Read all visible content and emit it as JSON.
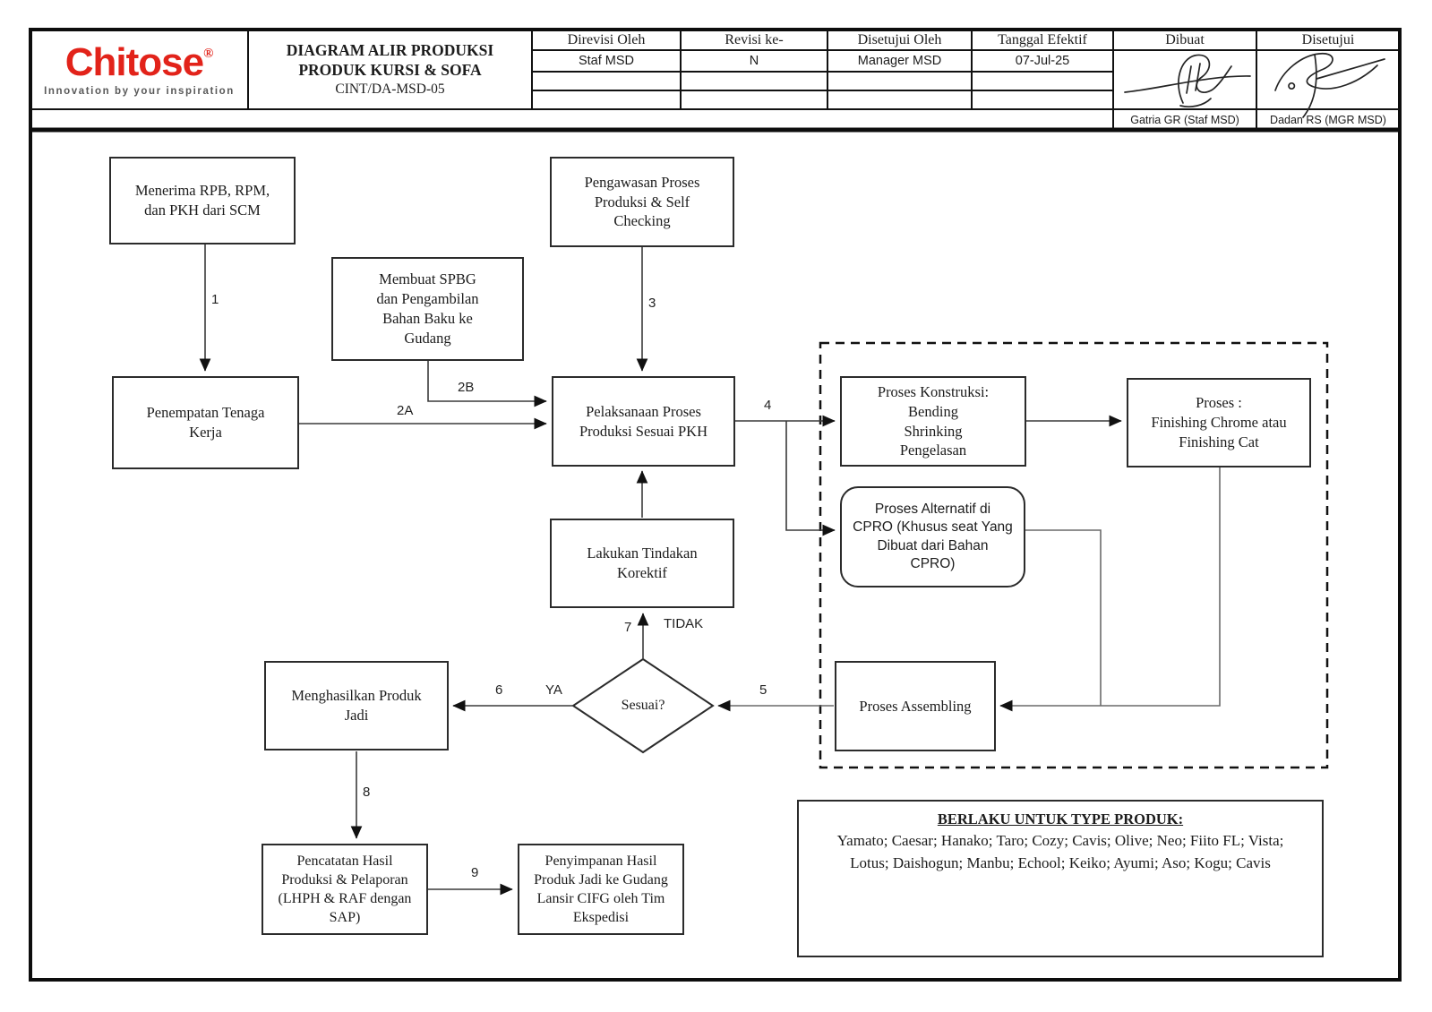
{
  "logo": {
    "brand": "Chitose",
    "registered": "®",
    "tagline": "Innovation by your inspiration",
    "brand_color": "#e2231a"
  },
  "title_block": {
    "line1": "DIAGRAM ALIR PRODUKSI",
    "line2": "PRODUK KURSI & SOFA",
    "code": "CINT/DA-MSD-05"
  },
  "revision_table": {
    "direvisi_header": "Direvisi Oleh",
    "direvisi_value": "Staf MSD",
    "revisi_header": "Revisi ke-",
    "revisi_value": "N",
    "disetujui_header": "Disetujui Oleh",
    "disetujui_value": "Manager MSD",
    "tanggal_header": "Tanggal Efektif",
    "tanggal_value": "07-Jul-25"
  },
  "approval": {
    "dibuat_header": "Dibuat",
    "dibuat_name": "Gatria GR (Staf MSD)",
    "disetujui_header": "Disetujui",
    "disetujui_name": "Dadan RS (MGR MSD)"
  },
  "nodes": {
    "menerima": "Menerima RPB, RPM,\ndan PKH dari SCM",
    "membuat_spbg": "Membuat SPBG\ndan Pengambilan\nBahan Baku ke\nGudang",
    "penempatan": "Penempatan Tenaga\nKerja",
    "pengawasan": "Pengawasan Proses\nProduksi & Self\nChecking",
    "pelaksanaan": "Pelaksanaan Proses\nProduksi Sesuai PKH",
    "lakukan": "Lakukan Tindakan\nKorektif",
    "sesuai": "Sesuai?",
    "menghasilkan": "Menghasilkan Produk\nJadi",
    "pencatatan": "Pencatatan Hasil\nProduksi & Pelaporan\n(LHPH & RAF dengan\nSAP)",
    "penyimpanan": "Penyimpanan Hasil\nProduk Jadi ke Gudang\nLansir CIFG oleh Tim\nEkspedisi",
    "proses_konstruksi": "Proses Konstruksi:\nBending\nShrinking\nPengelasan",
    "proses_finishing": "Proses :\nFinishing Chrome atau\nFinishing Cat",
    "proses_alternatif": "Proses Alternatif di\nCPRO (Khusus seat Yang\nDibuat dari Bahan\nCPRO)",
    "proses_assembling": "Proses Assembling"
  },
  "edge_labels": {
    "e1": "1",
    "e2a": "2A",
    "e2b": "2B",
    "e3": "3",
    "e4": "4",
    "e5": "5",
    "e6": "6",
    "e7": "7",
    "e8": "8",
    "e9": "9",
    "ya": "YA",
    "tidak": "TIDAK"
  },
  "berlaku": {
    "title": "BERLAKU UNTUK TYPE PRODUK:",
    "products": "Yamato; Caesar; Hanako; Taro; Cozy; Cavis; Olive; Neo; Fiito FL; Vista;\nLotus; Daishogun; Manbu; Echool; Keiko; Ayumi; Aso; Kogu; Cavis"
  }
}
